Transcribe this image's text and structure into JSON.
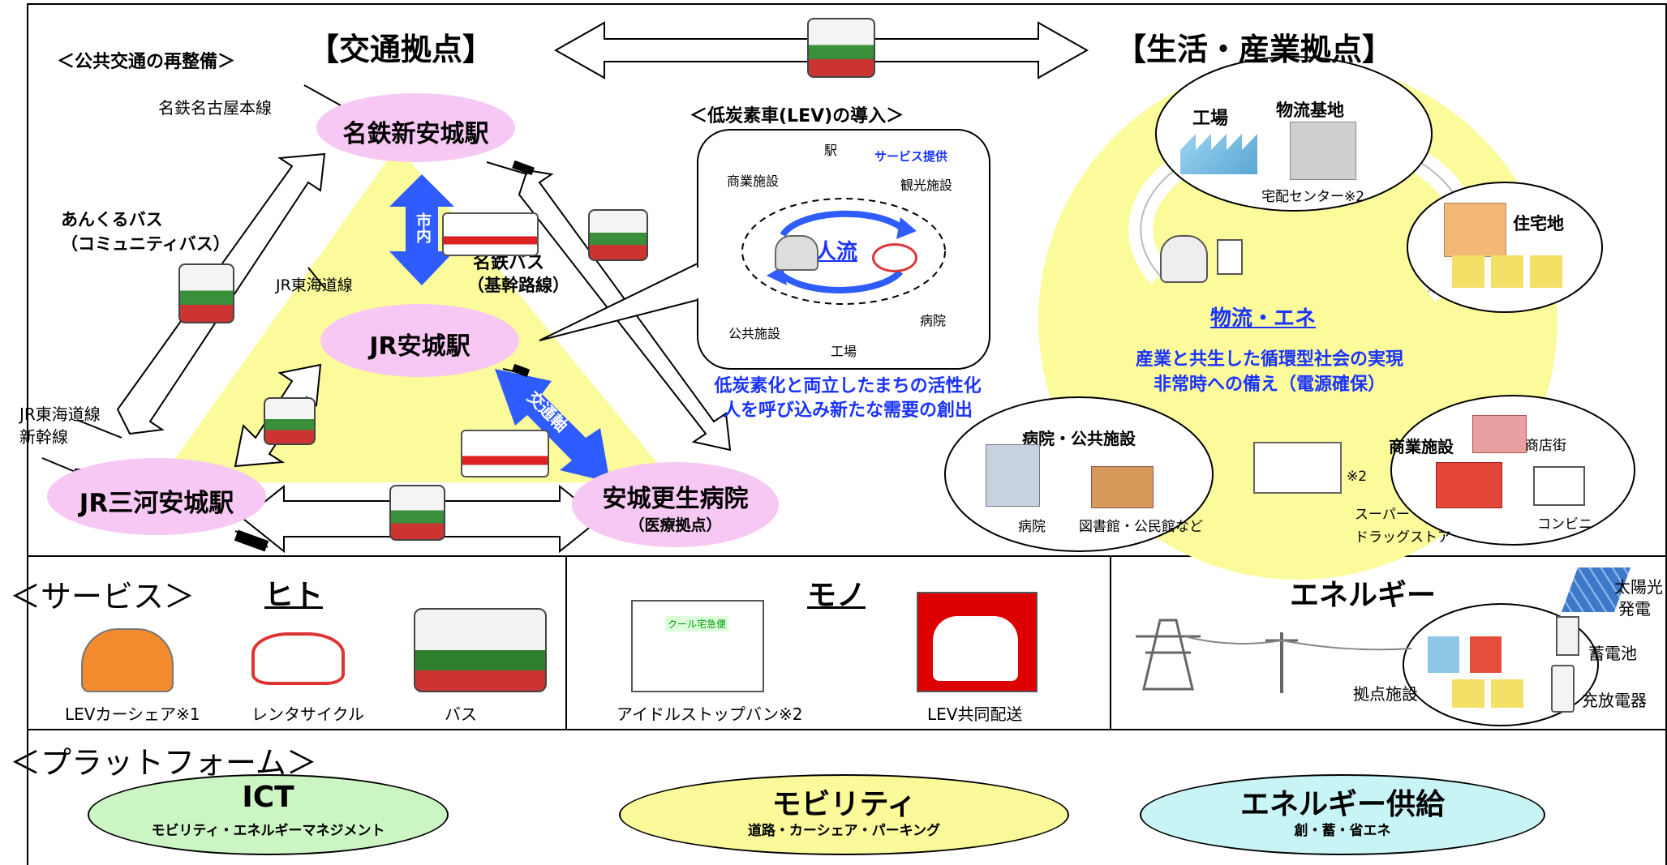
{
  "top": {
    "left_title": "【交通拠点】",
    "right_title": "【生活・産業拠点】",
    "public_transport_heading": "＜公共交通の再整備＞",
    "lines": {
      "meitetsu_nagoya": "名鉄名古屋本線",
      "jr_tokaido": "JR東海道線",
      "jr_tokaido_shinkansen_1": "JR東海道線",
      "jr_tokaido_shinkansen_2": "新幹線"
    },
    "stations": {
      "meitetsu_shin_anjo": "名鉄新安城駅",
      "jr_anjo": "JR安城駅",
      "jr_mikawa_anjo": "JR三河安城駅",
      "hospital": "安城更生病院",
      "hospital_sub": "（医療拠点）"
    },
    "ankuru_bus_1": "あんくるバス",
    "ankuru_bus_2": "（コミュニティバス）",
    "meitetsu_bus_1": "名鉄バス",
    "meitetsu_bus_2": "（基幹路線）",
    "shinai_label": "市内",
    "kotsujiku_label": "交通軸",
    "lev": {
      "heading": "＜低炭素車(LEV)の導入＞",
      "service": "サービス提供",
      "station": "駅",
      "commercial": "商業施設",
      "tourism": "観光施設",
      "public": "公共施設",
      "factory": "工場",
      "hospital": "病院",
      "people_flow": "人流"
    },
    "vitalization_1": "低炭素化と両立したまちの活性化",
    "vitalization_2": "人を呼び込み新たな需要の創出",
    "life": {
      "factory": "工場",
      "logistics_base": "物流基地",
      "delivery_center": "宅配センター※2",
      "residential": "住宅地",
      "logistics_energy": "物流・エネ",
      "society_1": "産業と共生した循環型社会の実現",
      "society_2": "非常時への備え（電源確保）",
      "hospital_public": "病院・公共施設",
      "hospital": "病院",
      "library": "図書館・公民館など",
      "commercial": "商業施設",
      "shopping_street": "商店街",
      "supermarket_1": "スーパー",
      "supermarket_2": "ドラッグストア",
      "convenience": "コンビニ",
      "note2": "※2"
    }
  },
  "services": {
    "heading": "＜サービス＞",
    "hito": {
      "title": "ヒト",
      "items": [
        "LEVカーシェア※1",
        "レンタサイクル",
        "バス"
      ]
    },
    "mono": {
      "title": "モノ",
      "items": [
        "アイドルストップバン※2",
        "LEV共同配送"
      ],
      "van_logo": "クール宅急便"
    },
    "energy": {
      "title": "エネルギー",
      "solar_1": "太陽光",
      "solar_2": "発電",
      "battery": "蓄電池",
      "base": "拠点施設",
      "charger": "充放電器"
    }
  },
  "platform": {
    "heading": "＜プラットフォーム＞",
    "items": [
      {
        "title": "ICT",
        "sub": "モビリティ・エネルギーマネジメント",
        "color": "#ccf5c4"
      },
      {
        "title": "モビリティ",
        "sub": "道路・カーシェア・パーキング",
        "color": "#fbfa9a"
      },
      {
        "title": "エネルギー供給",
        "sub": "創・蓄・省エネ",
        "color": "#c9f4f6"
      }
    ]
  },
  "colors": {
    "pink": "#f7c8f3",
    "yellow": "#fbfb9c",
    "blue_arrow": "#2f5cff",
    "text_blue": "#1a33ff"
  }
}
